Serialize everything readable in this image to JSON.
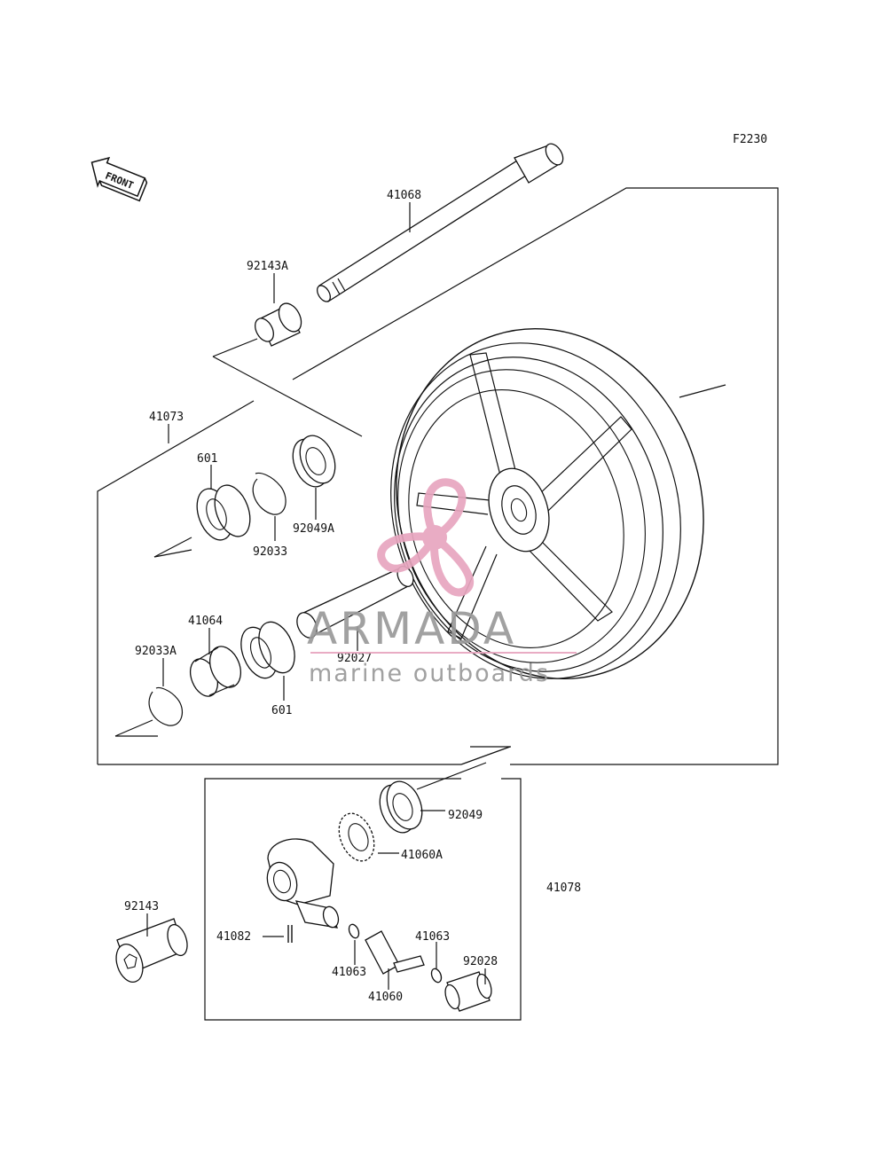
{
  "diagram_code": "F2230",
  "front_arrow": {
    "label": "FRONT",
    "icon": "front-arrow-icon"
  },
  "watermark": {
    "brand": "ARMADA",
    "tagline": "marine outboards",
    "color": "#e8a6bf",
    "text_color": "#9a9a9a"
  },
  "labels": {
    "p41068": "41068",
    "p92143A": "92143A",
    "p41073": "41073",
    "p601_top": "601",
    "p92049A": "92049A",
    "p92033": "92033",
    "p41064": "41064",
    "p92033A": "92033A",
    "p92027": "92027",
    "p601_bottom": "601",
    "p92049": "92049",
    "p41060A": "41060A",
    "p41078": "41078",
    "p92143": "92143",
    "p41082": "41082",
    "p41063_left": "41063",
    "p41063_right": "41063",
    "p92028": "92028",
    "p41060": "41060"
  }
}
